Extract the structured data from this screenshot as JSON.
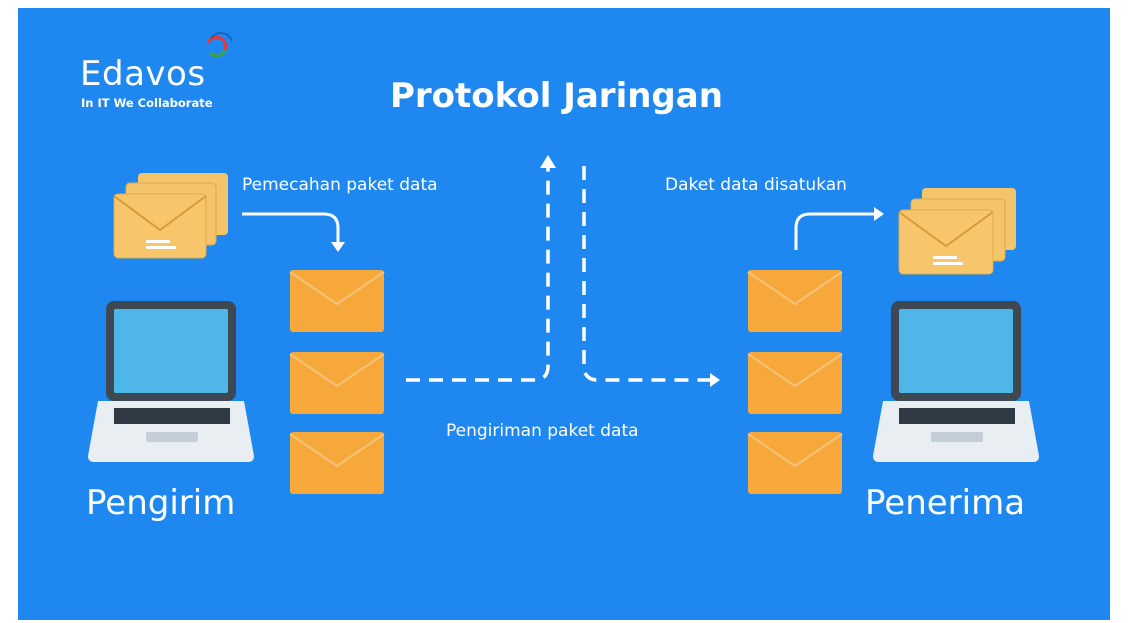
{
  "brand": {
    "name": "Edavos",
    "tagline": "In IT We Collaborate"
  },
  "title": "Protokol Jaringan",
  "labels": {
    "split": "Pemecahan paket data",
    "merge": "Daket data disatukan",
    "send": "Pengiriman paket data",
    "sender": "Pengirim",
    "receiver": "Penerima"
  },
  "colors": {
    "background": "#1e88f0",
    "envelope": "#f7a83a",
    "envelope_stack": "#f3c46a",
    "laptop_body": "#e9eef2",
    "laptop_screen": "#4fb6e8",
    "laptop_frame": "#3d4852",
    "arrow": "#ffffff"
  }
}
